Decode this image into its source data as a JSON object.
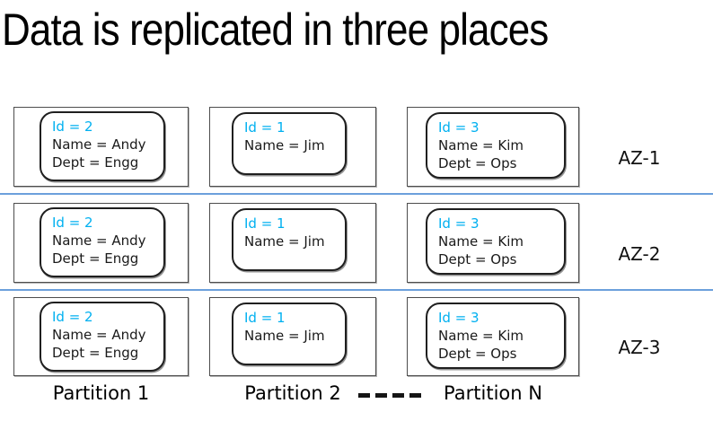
{
  "title": "Data is replicated in three places",
  "zones": [
    {
      "label": "AZ-1"
    },
    {
      "label": "AZ-2"
    },
    {
      "label": "AZ-3"
    }
  ],
  "partitions": [
    {
      "label": "Partition 1",
      "record": {
        "id": "Id = 2",
        "name": "Name = Andy",
        "dept": "Dept = Engg"
      }
    },
    {
      "label": "Partition 2",
      "record": {
        "id": "Id = 1",
        "name": "Name = Jim"
      }
    },
    {
      "label": "Partition N",
      "record": {
        "id": "Id = 3",
        "name": "Name = Kim",
        "dept": "Dept = Ops"
      }
    }
  ],
  "partition_gap_dash_count": 4,
  "colors": {
    "record_id_text": "#00B0F0",
    "zone_separator_line": "#6CA0DC"
  }
}
